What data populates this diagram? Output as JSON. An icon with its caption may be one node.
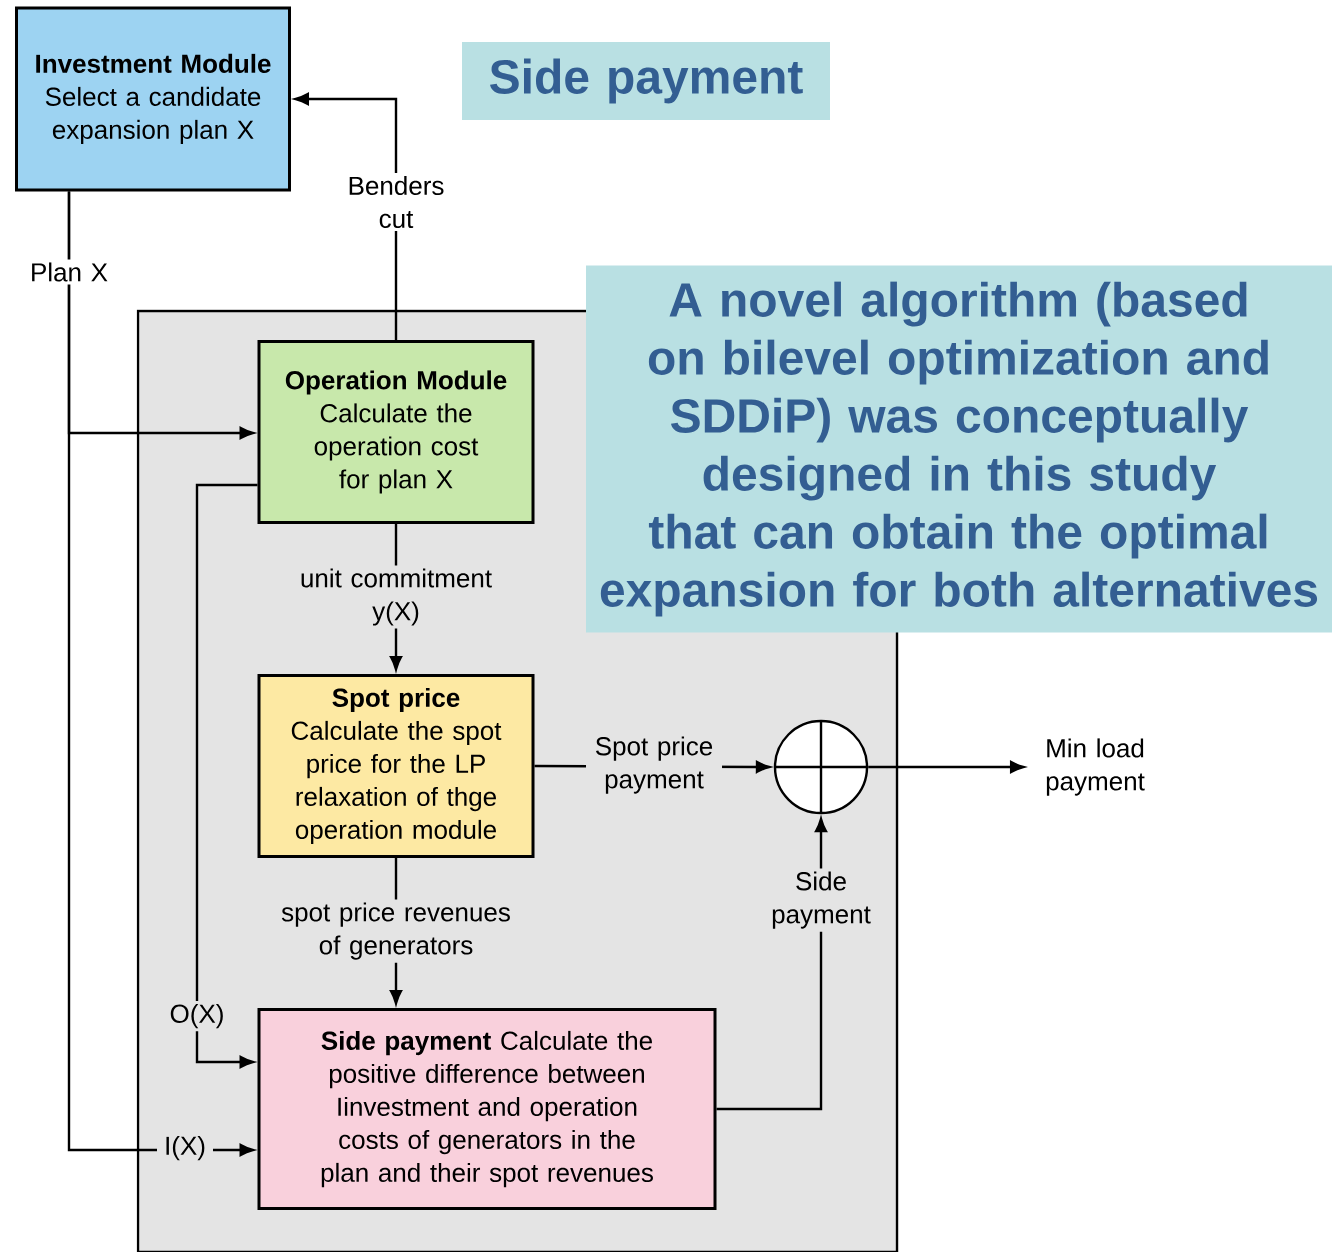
{
  "diagram": {
    "nodes": [
      {
        "text": [
          "Investment Module",
          "Select a candidate expansion plan X"
        ]
      },
      {
        "text": [],
        "shape": "box"
      },
      {
        "text": [
          "Operation Module",
          "Calculate the operation cost for plan X"
        ],
        "in": 1
      },
      {
        "text": [
          "Spot price",
          "Calculate the spot price for the LP relaxation of thge operation module"
        ],
        "in": 1
      },
      {
        "text": [
          "**Side payment** Calculate the positive difference between Iinvestment and operation costs of generators in the plan and their spot revenues"
        ],
        "in": 1
      },
      {
        "text": [],
        "shape": "circle",
        "in": 1
      },
      {
        "text": [
          "Min load payment"
        ]
      },
      {
        "text": [
          "Side payment"
        ]
      },
      {
        "text": [
          "A novel algorithm (based on bilevel optimization and SDDiP) was conceptually designed in this study that can obtain the optimal expansion for both alternatives"
        ]
      }
    ],
    "edges": [
      {
        "from": 0,
        "to": 2,
        "arrow": "to",
        "label": "Plan X"
      },
      {
        "from": 2,
        "to": 0,
        "arrow": "to",
        "label": "Benders cut"
      },
      {
        "from": 2,
        "to": 3,
        "arrow": "to",
        "label": "unit commitment y(X)"
      },
      {
        "from": 3,
        "to": 4,
        "arrow": "to",
        "label": "spot price revenues of generators"
      },
      {
        "from": 2,
        "to": 4,
        "arrow": "to",
        "label": "O(X)"
      },
      {
        "from": 0,
        "to": 4,
        "arrow": "to",
        "label": "I(X)"
      },
      {
        "from": 3,
        "to": 5,
        "arrow": "to",
        "label": "Spot price payment"
      },
      {
        "from": 4,
        "to": 5,
        "arrow": "to",
        "label": "Side payment"
      },
      {
        "from": 5,
        "to": 6,
        "arrow": "to"
      }
    ]
  }
}
